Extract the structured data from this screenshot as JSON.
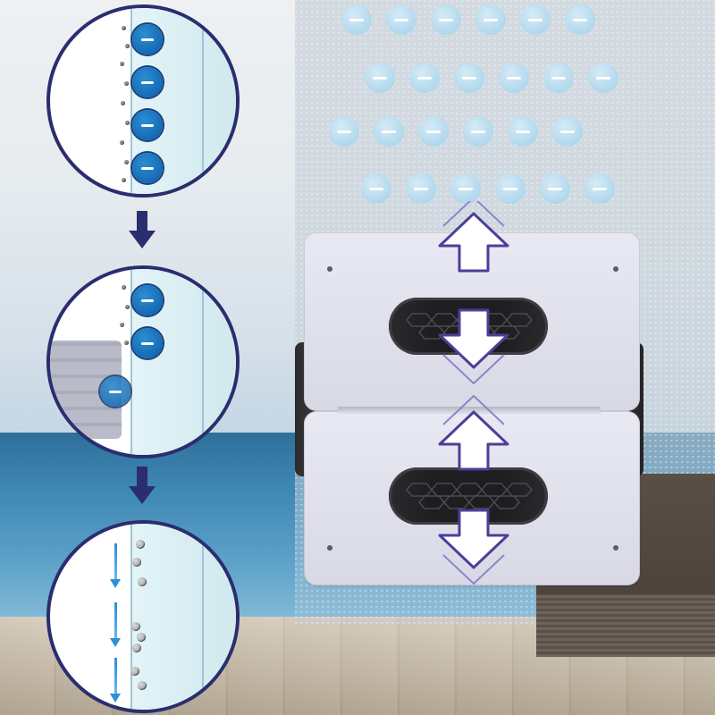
{
  "colors": {
    "circle_border": "#2a2d6e",
    "negative_ion": "#0d5aa8",
    "arrow_purple": "#2a2d6e",
    "drip_blue": "#2e8fd6",
    "sky_ion": "#9fd0ea"
  },
  "icons": {
    "negative_ion": "minus-circle-icon",
    "step_arrow": "arrow-down-icon",
    "suction_arrow": "double-arrow-icon",
    "drip": "arrow-down-icon"
  },
  "steps": [
    {
      "name": "dust-attraction",
      "negative_ions": 4
    },
    {
      "name": "cloth-wiping",
      "negative_ions": 3
    },
    {
      "name": "dust-falling",
      "drips": 3
    }
  ]
}
